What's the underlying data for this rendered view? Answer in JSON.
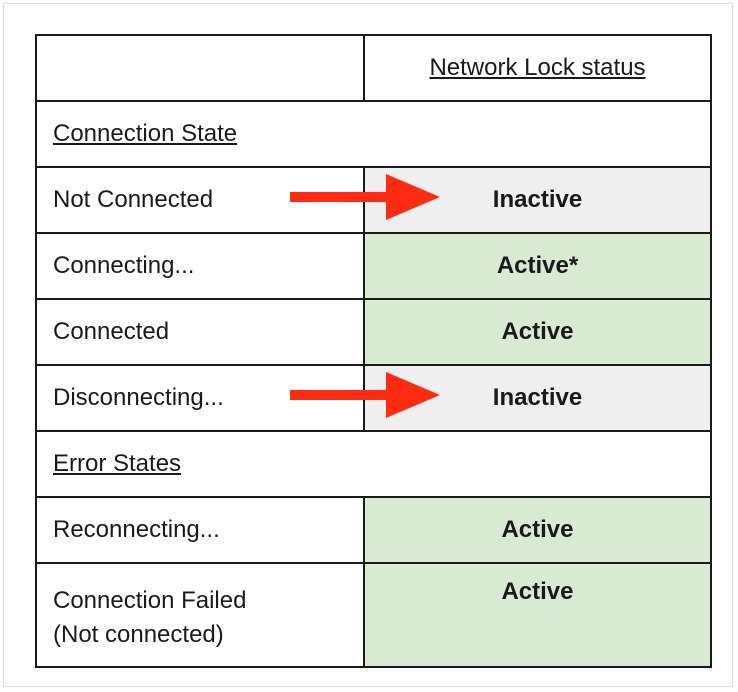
{
  "table": {
    "header": {
      "col1": "",
      "col2": "Network Lock status"
    },
    "sections": [
      {
        "title": "Connection State",
        "rows": [
          {
            "state": "Not Connected",
            "status": "Inactive",
            "kind": "inactive",
            "arrow": true
          },
          {
            "state": "Connecting...",
            "status": "Active*",
            "kind": "active",
            "arrow": false
          },
          {
            "state": "Connected",
            "status": "Active",
            "kind": "active",
            "arrow": false
          },
          {
            "state": "Disconnecting...",
            "status": "Inactive",
            "kind": "inactive",
            "arrow": true
          }
        ]
      },
      {
        "title": "Error States",
        "rows": [
          {
            "state": "Reconnecting...",
            "status": "Active",
            "kind": "active",
            "arrow": false
          },
          {
            "state_lines": [
              "Connection Failed",
              "(Not connected)"
            ],
            "status": "Active",
            "kind": "active",
            "arrow": false
          }
        ]
      }
    ]
  },
  "colors": {
    "active_bg": "#d9ead3",
    "inactive_bg": "#efefef",
    "arrow": "#ff2a12",
    "border": "#1a1a1a"
  },
  "icons": {
    "arrow": "arrow-right-icon"
  }
}
